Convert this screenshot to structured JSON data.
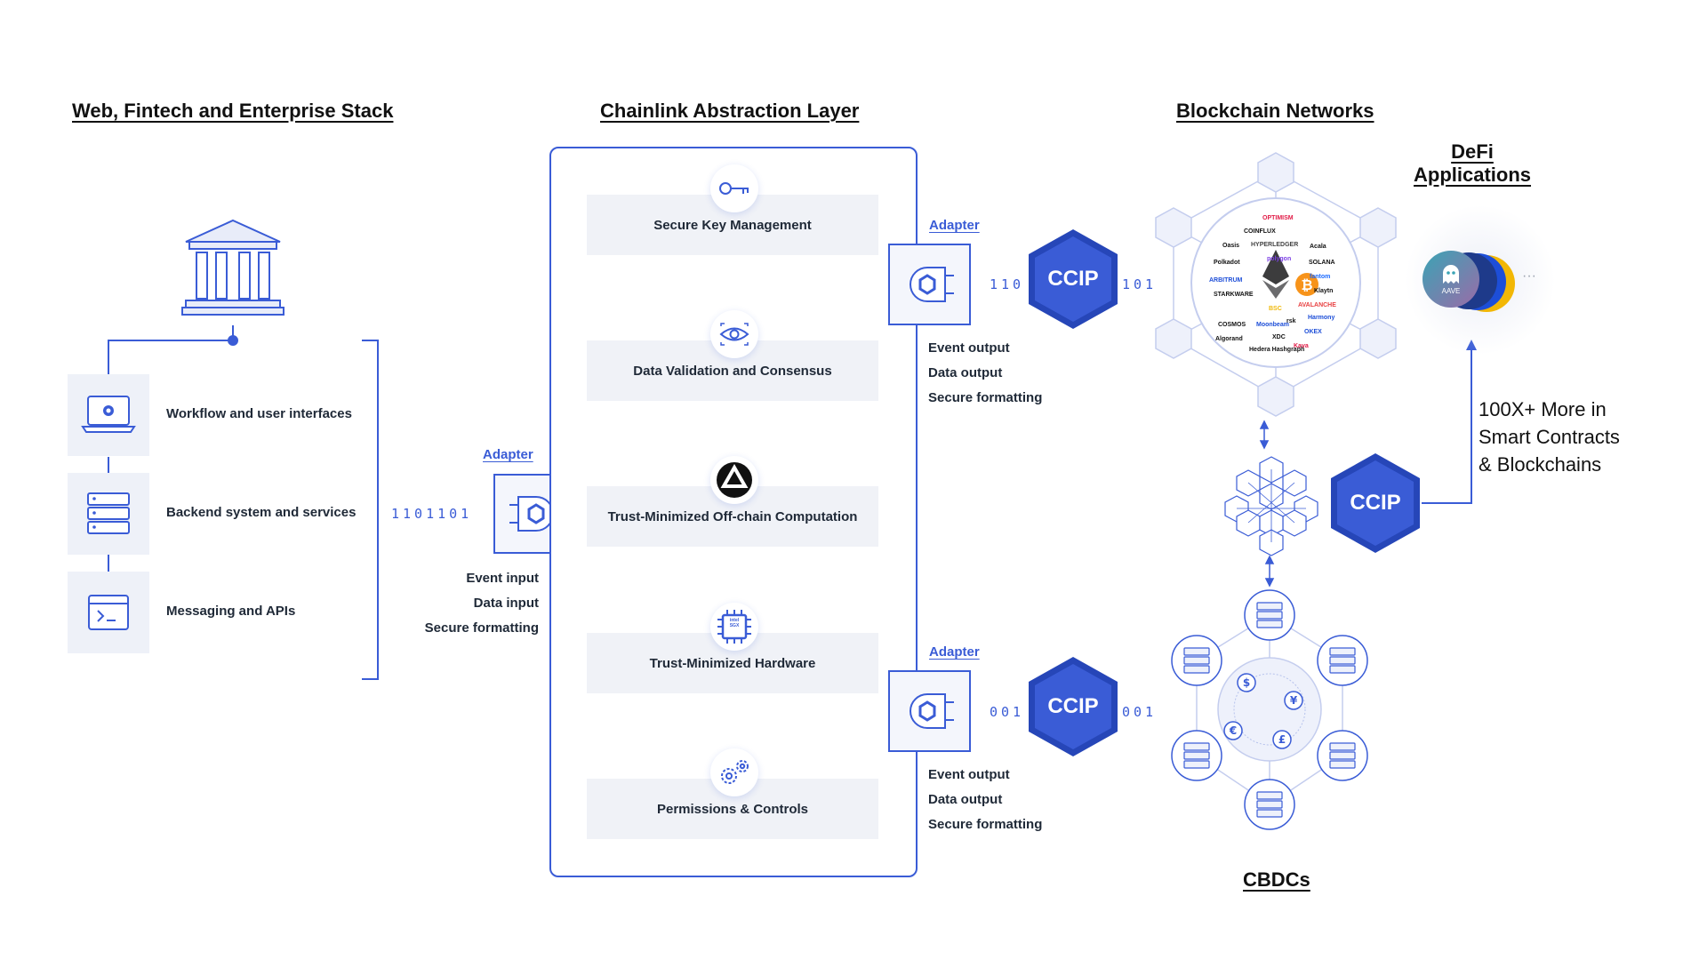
{
  "headings": {
    "stack": "Web, Fintech and Enterprise Stack",
    "abstraction": "Chainlink Abstraction Layer",
    "blockchain": "Blockchain Networks",
    "defi": "DeFi\nApplications",
    "cbdcs": "CBDCs"
  },
  "stack_items": [
    {
      "label": "Workflow and user interfaces",
      "icon": "laptop-gear-icon"
    },
    {
      "label": "Backend system and services",
      "icon": "server-icon"
    },
    {
      "label": "Messaging and APIs",
      "icon": "terminal-icon"
    }
  ],
  "left_adapter": {
    "label": "Adapter",
    "binary": "1101101",
    "io": [
      "Event input",
      "Data input",
      "Secure formatting"
    ]
  },
  "capabilities": [
    {
      "label": "Secure Key Management",
      "icon": "key-icon"
    },
    {
      "label": "Data Validation and Consensus",
      "icon": "eye-icon"
    },
    {
      "label": "Trust-Minimized Off-chain Computation",
      "icon": "chainlink-compute-icon"
    },
    {
      "label": "Trust-Minimized Hardware",
      "icon": "intel-sgx-chip-icon",
      "chip_text": "intel\nSGX"
    },
    {
      "label": "Permissions & Controls",
      "icon": "gears-icon"
    }
  ],
  "top_adapter": {
    "label": "Adapter",
    "binary_left": "110",
    "binary_right": "101",
    "io": [
      "Event output",
      "Data output",
      "Secure formatting"
    ]
  },
  "bottom_adapter": {
    "label": "Adapter",
    "binary_left": "001",
    "binary_right": "001",
    "io": [
      "Event output",
      "Data output",
      "Secure formatting"
    ]
  },
  "ccip_label": "CCIP",
  "defi_app": {
    "name": "AAVE",
    "more": "···"
  },
  "more_text": "100X+ More in\nSmart Contracts\n& Blockchains",
  "chain_logos": [
    "OPTIMISM",
    "COINFLUX",
    "HYPERLEDGER",
    "Polkadot",
    "polygon",
    "SOLANA",
    "ARBITRUM",
    "fantom",
    "Klaytn",
    "STARKWARE",
    "AVALANCHE",
    "Harmony",
    "COSMOS",
    "Algorand",
    "rsk",
    "OKEX",
    "Hedera Hashgraph",
    "Kava",
    "Oasis",
    "Acala",
    "BSC",
    "Moonbeam",
    "XDC"
  ],
  "colors": {
    "primary": "#3a5cd6",
    "ccip_dark": "#2646b8",
    "panel_bg": "#f0f2f7",
    "ethereum": "#3c3c3d",
    "bitcoin": "#f7931a"
  }
}
